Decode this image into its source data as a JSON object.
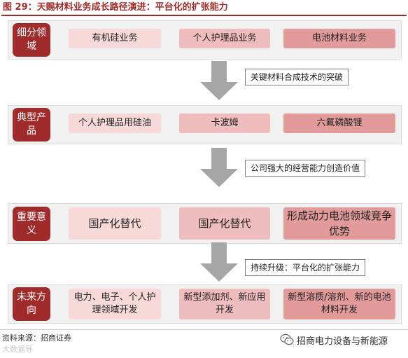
{
  "title": "图 29：天赐材料业务成长路径演进：平台化的扩张能力",
  "rows": [
    {
      "label": "细分领域",
      "cells": [
        "有机硅业务",
        "个人护理品业务",
        "电池材料业务"
      ]
    },
    {
      "label": "典型产品",
      "cells": [
        "个人护理品用硅油",
        "卡波姆",
        "六氟磷酸锂"
      ]
    },
    {
      "label": "重要意义",
      "cells": [
        "国产化替代",
        "国产化替代",
        "形成动力电池领域竞争优势"
      ]
    },
    {
      "label": "未来方向",
      "cells": [
        "电力、电子、个人护理领域开发",
        "新型添加剂、新应用开发",
        "新型溶质/溶剂、新的电池材料开发"
      ]
    }
  ],
  "transitions": [
    "关键材料合成技术的突破",
    "公司强大的经营能力创造价值",
    "持续升级：平台化的扩张能力"
  ],
  "footer": {
    "source": "资料来源：招商证券",
    "watermark": "大数据导",
    "brand": "招商电力设备与新能源"
  },
  "colors": {
    "accent": "#a02b2b",
    "cell_light": "#f7d9d9",
    "cell_mid": "#efbdbd",
    "cell_dark": "#e39a9a",
    "arrow": "#a6a6a6",
    "panel": "#f1f1f1"
  },
  "icons": {
    "wechat": "wechat-icon",
    "arrow": "down-arrow-icon"
  }
}
